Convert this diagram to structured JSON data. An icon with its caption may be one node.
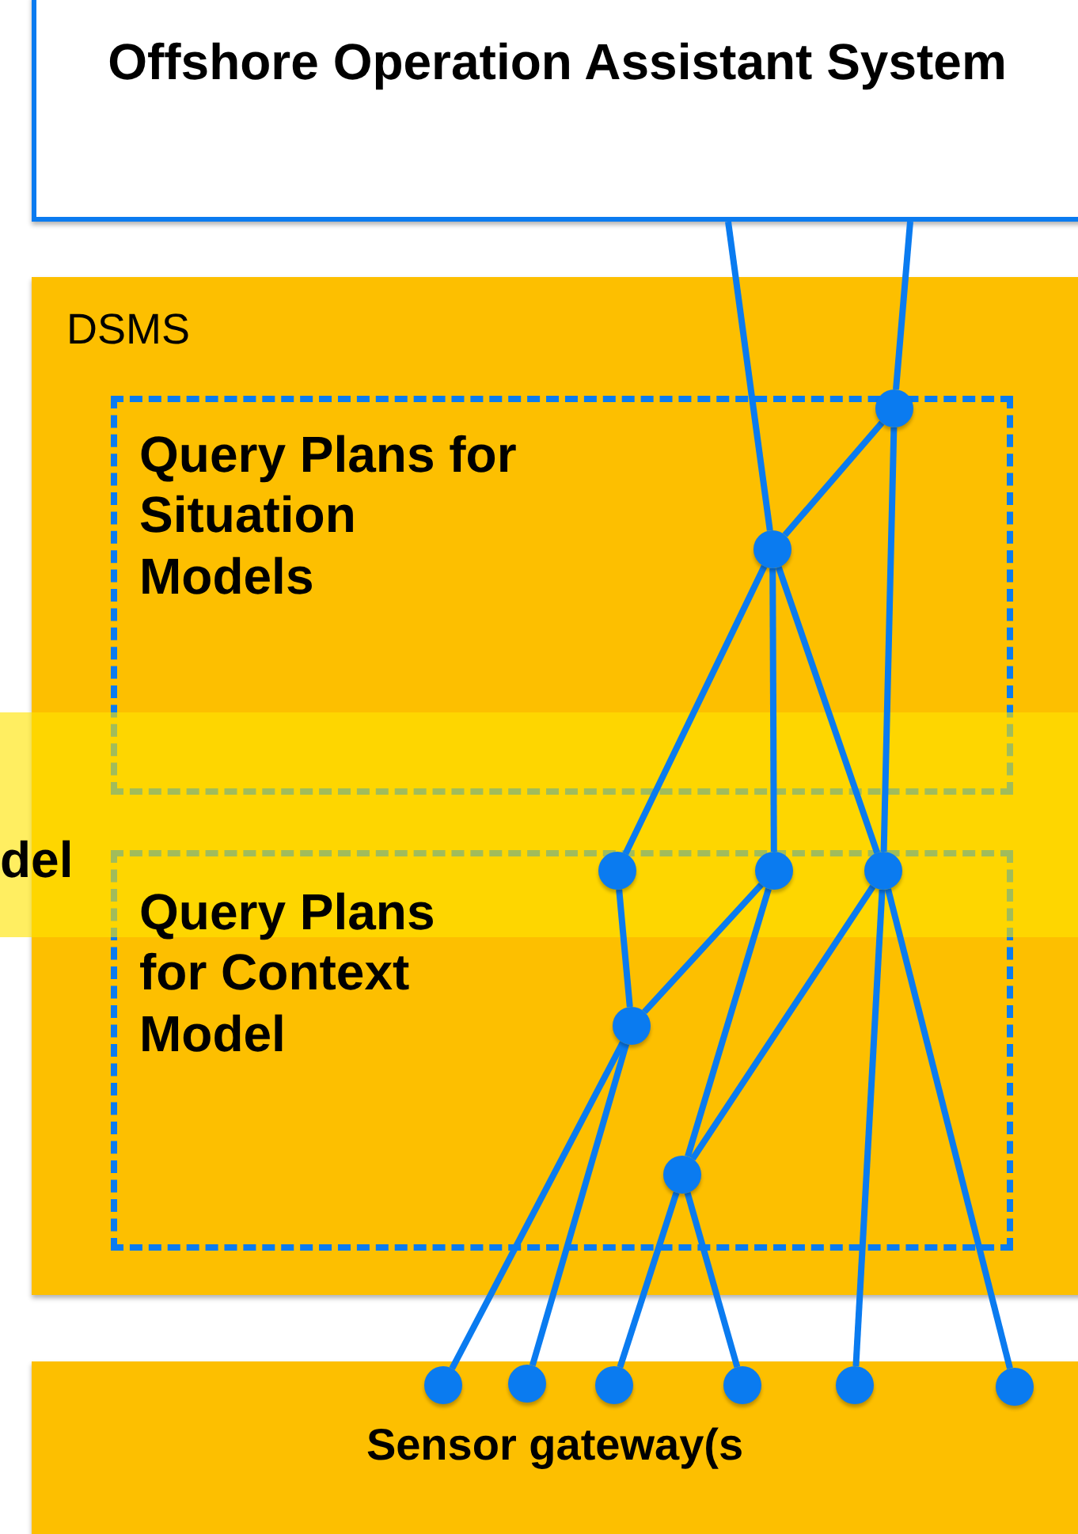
{
  "diagram": {
    "nodes": [
      {
        "text": [
          "Offshore Operation Assistant System"
        ]
      },
      {
        "text": [
          "DSMS"
        ]
      },
      {
        "text": [
          "Query Plans for Situation Models"
        ],
        "in": 1
      },
      {
        "text": [],
        "shape": "circle",
        "in": 2
      },
      {
        "text": [],
        "shape": "circle",
        "in": 2
      },
      {
        "text": [
          "Query Plans for Context Model"
        ],
        "in": 1
      },
      {
        "text": [],
        "shape": "circle",
        "in": 5
      },
      {
        "text": [],
        "shape": "circle",
        "in": 5
      },
      {
        "text": [],
        "shape": "circle",
        "in": 5
      },
      {
        "text": [],
        "shape": "circle",
        "in": 5
      },
      {
        "text": [],
        "shape": "circle",
        "in": 5
      },
      {
        "text": [
          "Sensor gateway(s"
        ]
      },
      {
        "text": [],
        "shape": "circle",
        "in": 11
      },
      {
        "text": [],
        "shape": "circle",
        "in": 11
      },
      {
        "text": [],
        "shape": "circle",
        "in": 11
      },
      {
        "text": [],
        "shape": "circle",
        "in": 11
      },
      {
        "text": [],
        "shape": "circle",
        "in": 11
      },
      {
        "text": [],
        "shape": "circle",
        "in": 11
      }
    ],
    "edges": [
      {
        "from": 0,
        "to": 4,
        "arrow": "none"
      },
      {
        "from": 0,
        "to": 3,
        "arrow": "none"
      },
      {
        "from": 3,
        "to": 4,
        "arrow": "none"
      },
      {
        "from": 3,
        "to": 8,
        "arrow": "none"
      },
      {
        "from": 4,
        "to": 6,
        "arrow": "none"
      },
      {
        "from": 4,
        "to": 7,
        "arrow": "none"
      },
      {
        "from": 4,
        "to": 8,
        "arrow": "none"
      },
      {
        "from": 6,
        "to": 9,
        "arrow": "none"
      },
      {
        "from": 7,
        "to": 9,
        "arrow": "none"
      },
      {
        "from": 7,
        "to": 10,
        "arrow": "none"
      },
      {
        "from": 8,
        "to": 10,
        "arrow": "none"
      },
      {
        "from": 8,
        "to": 16,
        "arrow": "none"
      },
      {
        "from": 8,
        "to": 17,
        "arrow": "none"
      },
      {
        "from": 9,
        "to": 12,
        "arrow": "none"
      },
      {
        "from": 9,
        "to": 13,
        "arrow": "none"
      },
      {
        "from": 10,
        "to": 14,
        "arrow": "none"
      },
      {
        "from": 10,
        "to": 15,
        "arrow": "none"
      }
    ],
    "labels": [
      "del"
    ]
  }
}
